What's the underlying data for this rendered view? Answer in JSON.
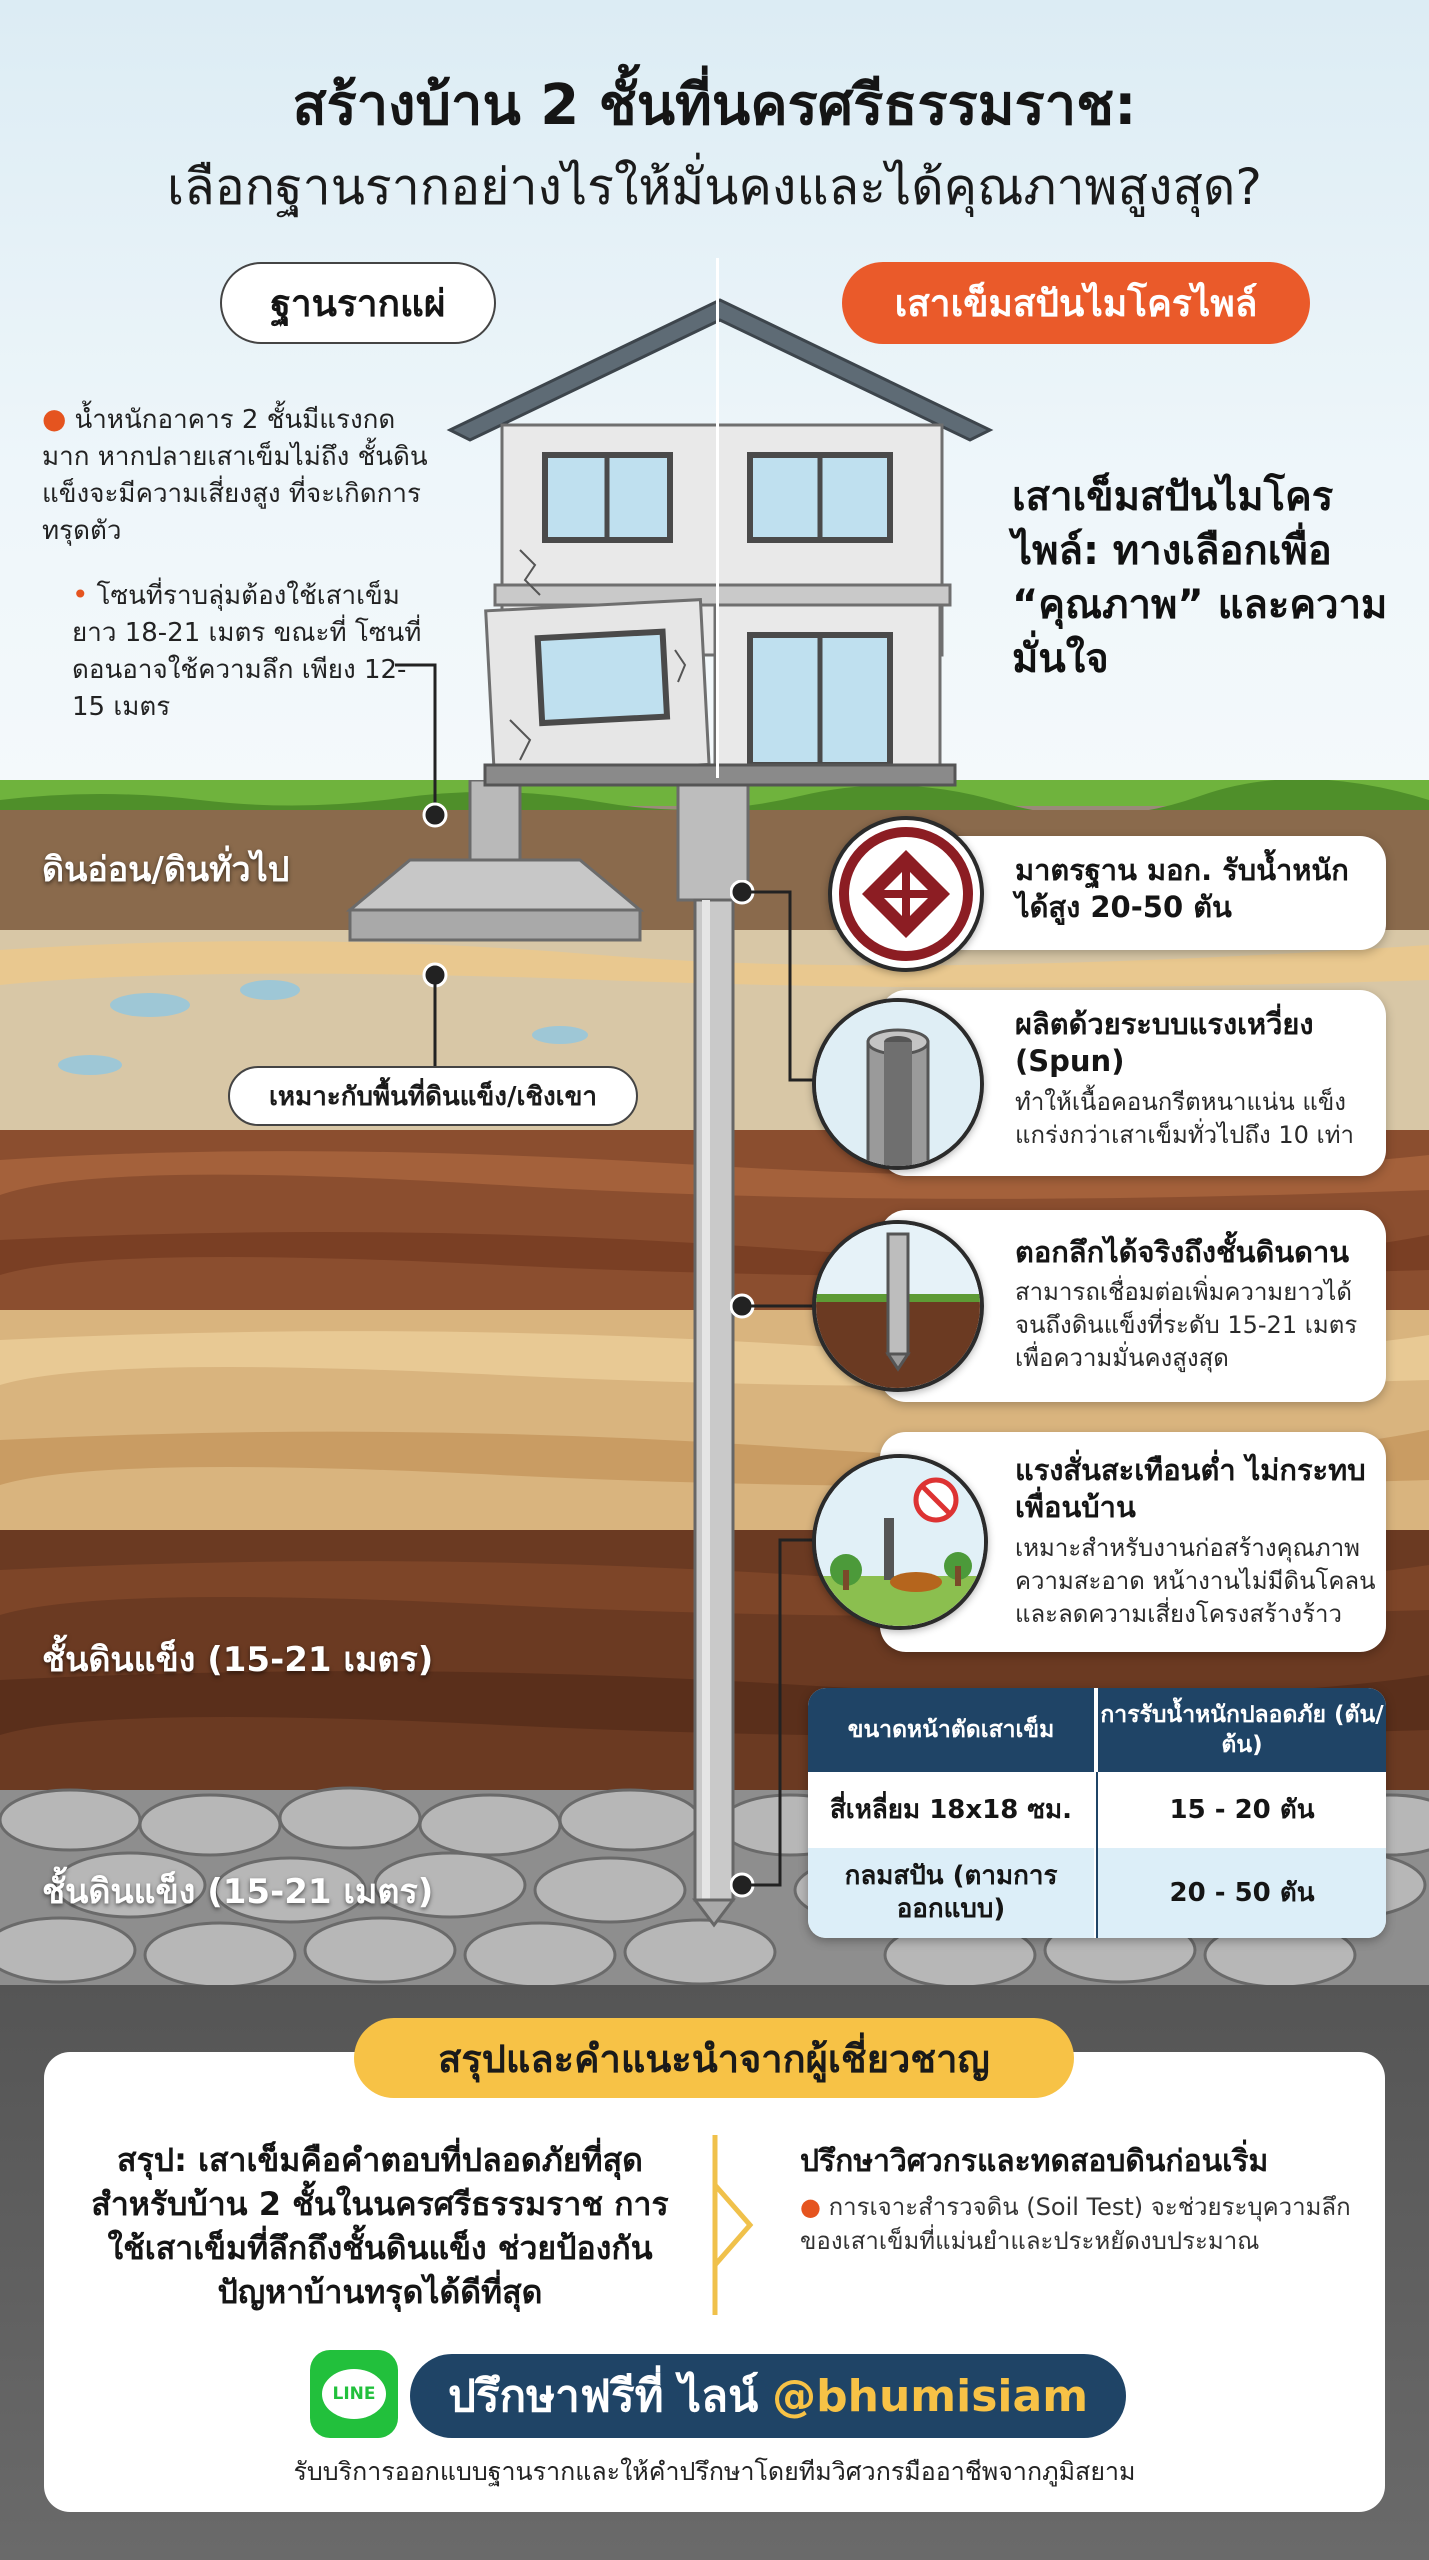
{
  "title": {
    "line1": "สร้างบ้าน 2 ชั้นที่นครศรีธรรมราช:",
    "line2": "เลือกฐานรากอย่างไรให้มั่นคงและได้คุณภาพสูงสุด?"
  },
  "left_column": {
    "label": "ฐานรากแผ่",
    "notes": [
      "น้ำหนักอาคาร 2 ชั้นมีแรงกด มาก หากปลายเสาเข็มไม่ถึง ชั้นดินแข็งจะมีความเสี่ยงสูง ที่จะเกิดการทรุดตัว",
      "โซนที่ราบลุ่มต้องใช้เสาเข็ม ยาว 18-21 เมตร ขณะที่ โซนที่ดอนอาจใช้ความลึก เพียง 12-15 เมตร"
    ],
    "suitable_label": "เหมาะกับพื้นที่ดินแข็ง/เชิงเขา"
  },
  "right_column": {
    "label": "เสาเข็มสปันไมโครไพล์",
    "headline": "เสาเข็มสปันไมโครไพล์: ทางเลือกเพื่อ “คุณภาพ” และความมั่นใจ"
  },
  "soil_labels": {
    "soft": "ดินอ่อน/ดินทั่วไป",
    "hard1": "ชั้นดินแข็ง (15-21 เมตร)",
    "hard2": "ชั้นดินแข็ง (15-21 เมตร)"
  },
  "features": [
    {
      "icon": "tis-standard-icon",
      "title": "มาตรฐาน มอก. รับน้ำหนักได้สูง 20-50 ตัน",
      "desc": ""
    },
    {
      "icon": "spun-pile-icon",
      "title": "ผลิตด้วยระบบแรงเหวี่ยง (Spun)",
      "desc": "ทำให้เนื้อคอนกรีตหนาแน่น แข็ง แกร่งกว่าเสาเข็มทั่วไปถึง 10 เท่า"
    },
    {
      "icon": "pile-depth-icon",
      "title": "ตอกลึกได้จริงถึงชั้นดินดาน",
      "desc": "สามารถเชื่อมต่อเพิ่มความยาวได้ จนถึงดินแข็งที่ระดับ 15-21 เมตร เพื่อความมั่นคงสูงสุด"
    },
    {
      "icon": "low-vibration-icon",
      "title": "แรงสั่นสะเทือนต่ำ ไม่กระทบเพื่อนบ้าน",
      "desc": "เหมาะสำหรับงานก่อสร้างคุณภาพ ความสะอาด หน้างานไม่มีดินโคลน และลดความเสี่ยงโครงสร้างร้าว"
    }
  ],
  "table": {
    "headers": [
      "ขนาดหน้าตัดเสาเข็ม",
      "การรับน้ำหนักปลอดภัย (ตัน/ต้น)"
    ],
    "rows": [
      [
        "สี่เหลี่ยม 18x18 ซม.",
        "15 - 20 ตัน"
      ],
      [
        "กลมสปัน (ตามการออกแบบ)",
        "20 - 50 ตัน"
      ]
    ]
  },
  "summary": {
    "heading": "สรุปและคำแนะนำจากผู้เชี่ยวชาญ",
    "left": "สรุป: เสาเข็มคือคำตอบที่ปลอดภัยที่สุด สำหรับบ้าน 2 ชั้นในนครศรีธรรมราช การใช้เสาเข็มที่ลึกถึงชั้นดินแข็ง ช่วยป้องกันปัญหาบ้านทรุดได้ดีที่สุด",
    "right_title": "ปรึกษาวิศวกรและทดสอบดินก่อนเริ่ม",
    "right_desc": "การเจาะสำรวจดิน (Soil Test) จะช่วยระบุความลึก ของเสาเข็มที่แม่นยำและประหยัดงบประมาณ"
  },
  "cta": {
    "line_icon_text": "LINE",
    "label": "ปรึกษาฟรีที่ ไลน์",
    "handle": "@bhumisiam",
    "footer": "รับบริการออกแบบฐานรากและให้คำปรึกษาโดยทีมวิศวกรมืออาชีพจากภูมิสยาม"
  },
  "colors": {
    "accent_orange": "#ea5a2a",
    "navy": "#1f4466",
    "yellow": "#f7c246",
    "line_green": "#22c03c"
  }
}
